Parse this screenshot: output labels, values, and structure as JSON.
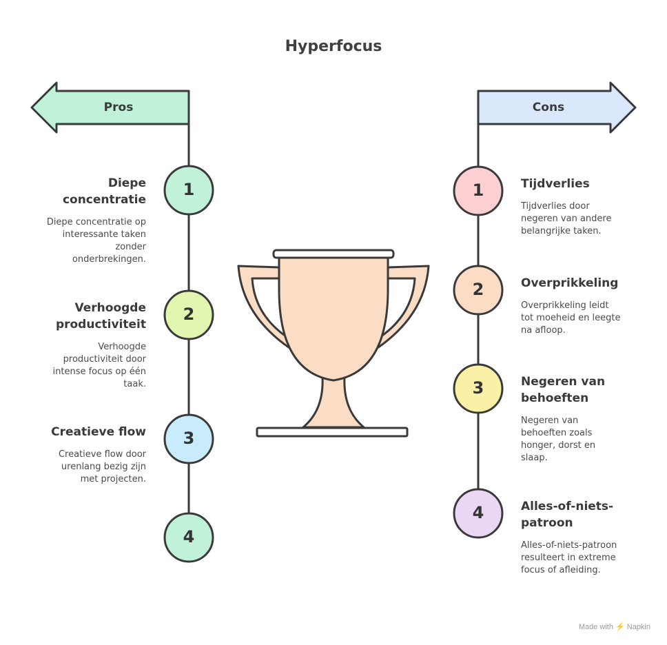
{
  "title": "Hyperfocus",
  "pros": {
    "label": "Pros",
    "items": [
      {
        "number": "1",
        "heading": "Diepe concentratie",
        "heading_lines": [
          "Diepe",
          "concentratie"
        ],
        "desc_lines": [
          "Diepe concentratie op",
          "interessante taken",
          "zonder",
          "onderbrekingen."
        ],
        "color": "#bff2d9"
      },
      {
        "number": "2",
        "heading": "Verhoogde productiviteit",
        "heading_lines": [
          "Verhoogde",
          "productiviteit"
        ],
        "desc_lines": [
          "Verhoogde",
          "productiviteit door",
          "intense focus op één",
          "taak."
        ],
        "color": "#e2f6b0"
      },
      {
        "number": "3",
        "heading": "Creatieve flow",
        "heading_lines": [
          "Creatieve flow"
        ],
        "desc_lines": [
          "Creatieve flow door",
          "urenlang bezig zijn",
          "met projecten."
        ],
        "color": "#c8ecfb"
      },
      {
        "number": "4",
        "heading": "",
        "heading_lines": [],
        "desc_lines": [],
        "color": "#bff2d9"
      }
    ]
  },
  "cons": {
    "label": "Cons",
    "items": [
      {
        "number": "1",
        "heading": "Tijdverlies",
        "heading_lines": [
          "Tijdverlies"
        ],
        "desc_lines": [
          "Tijdverlies door",
          "negeren van andere",
          "belangrijke taken."
        ],
        "color": "#fcd0d3"
      },
      {
        "number": "2",
        "heading": "Overprikkeling",
        "heading_lines": [
          "Overprikkeling"
        ],
        "desc_lines": [
          "Overprikkeling leidt",
          "tot moeheid en leegte",
          "na afloop."
        ],
        "color": "#fcdcc4"
      },
      {
        "number": "3",
        "heading": "Negeren van behoeften",
        "heading_lines": [
          "Negeren van",
          "behoeften"
        ],
        "desc_lines": [
          "Negeren van",
          "behoeften zoals",
          "honger, dorst en",
          "slaap."
        ],
        "color": "#fbf1a6"
      },
      {
        "number": "4",
        "heading": "Alles-of-niets-patroon",
        "heading_lines": [
          "Alles-of-niets-",
          "patroon"
        ],
        "desc_lines": [
          "Alles-of-niets-patroon",
          "resulteert in extreme",
          "focus of afleiding."
        ],
        "color": "#ead7f6"
      }
    ]
  },
  "colors": {
    "pros_arrow": "#bff2d9",
    "cons_arrow": "#d9e8fb",
    "trophy": "#fbdcc5",
    "stroke": "#3a3a3a"
  },
  "footer": "Made with ⚡ Napkin"
}
